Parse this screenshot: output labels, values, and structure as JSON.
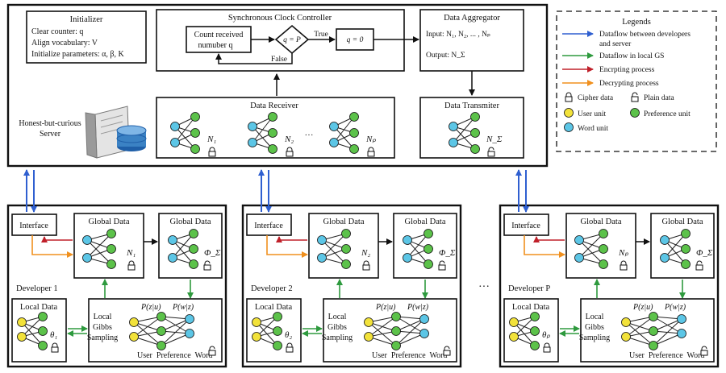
{
  "server": {
    "initializer": {
      "title": "Initializer",
      "lines": [
        "Clear counter: q",
        "Align vocabulary: V",
        "Initialize parameters: α, β, K"
      ]
    },
    "clock": {
      "title": "Synchronous Clock Controller",
      "count_line1": "Count received",
      "count_line2": "numuber q",
      "condition": "q = P",
      "reset": "q = 0",
      "true_label": "True",
      "false_label": "False"
    },
    "aggregator": {
      "title": "Data Aggregator",
      "input": "Input: N₁, N₂, ... , Nₚ",
      "output": "Output: N_Σ"
    },
    "receiver": {
      "title": "Data Receiver",
      "labels": [
        "N₁",
        "N₂",
        "Nₚ"
      ],
      "dots": "···"
    },
    "transmitter": {
      "title": "Data Transmiter",
      "label": "N_Σ"
    },
    "label_line1": "Honest-but-curious",
    "label_line2": "Server"
  },
  "legend": {
    "title": "Legends",
    "items": [
      {
        "label1": "Dataflow between developers",
        "label2": "and server",
        "color": "#2f5fd0"
      },
      {
        "label1": "Dataflow in local GS",
        "label2": "",
        "color": "#2e9a3e"
      },
      {
        "label1": "Encrpting process",
        "label2": "",
        "color": "#c0202a"
      },
      {
        "label1": "Decrypting process",
        "label2": "",
        "color": "#f0901e"
      }
    ],
    "cipher": "Cipher data",
    "plain": "Plain data",
    "user_unit": "User unit",
    "pref_unit": "Preference unit",
    "word_unit": "Word unit"
  },
  "developers": [
    {
      "name": "Developer 1",
      "interface": "Interface",
      "global1": "Global Data",
      "global2": "Global Data",
      "n_label": "N₁",
      "phi": "Φ_Σ",
      "local": "Local Data",
      "theta": "θ₁",
      "gibbs": [
        "Local",
        "Gibbs",
        "Sampling"
      ],
      "pzu": "P(z|u)",
      "pwz": "P(w|z)",
      "bottom": "User  Preference  Word"
    },
    {
      "name": "Developer 2",
      "interface": "Interface",
      "global1": "Global Data",
      "global2": "Global Data",
      "n_label": "N₂",
      "phi": "Φ_Σ",
      "local": "Local Data",
      "theta": "θ₂",
      "gibbs": [
        "Local",
        "Gibbs",
        "Sampling"
      ],
      "pzu": "P(z|u)",
      "pwz": "P(w|z)",
      "bottom": "User  Preference  Word"
    },
    {
      "name": "Developer P",
      "interface": "Interface",
      "global1": "Global Data",
      "global2": "Global Data",
      "n_label": "Nₚ",
      "phi": "Φ_Σ",
      "local": "Local Data",
      "theta": "θₚ",
      "gibbs": [
        "Local",
        "Gibbs",
        "Sampling"
      ],
      "pzu": "P(z|u)",
      "pwz": "P(w|z)",
      "bottom": "User  Preference  Word"
    }
  ],
  "between_dots": "···",
  "colors": {
    "user": "#f2e23a",
    "pref": "#5cc24a",
    "word": "#5cc6e6",
    "blue": "#2f5fd0",
    "green": "#2e9a3e",
    "red": "#c0202a",
    "orange": "#f0901e"
  }
}
